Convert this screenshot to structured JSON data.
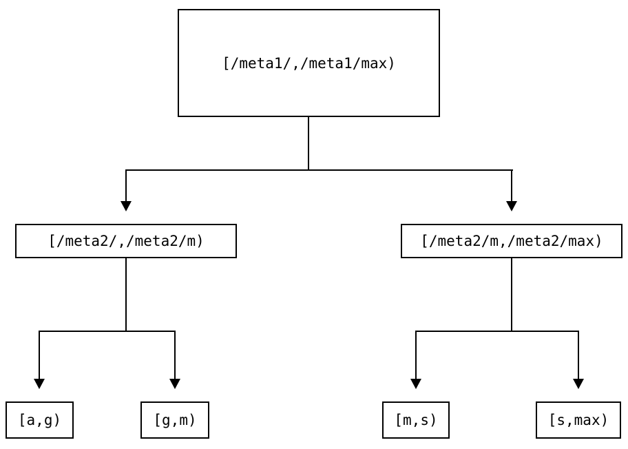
{
  "diagram": {
    "type": "tree",
    "tree": {
      "label": "[/meta1/,/meta1/max)",
      "children": [
        {
          "label": "[/meta2/,/meta2/m)",
          "children": [
            {
              "label": "[a,g)"
            },
            {
              "label": "[g,m)"
            }
          ]
        },
        {
          "label": "[/meta2/m,/meta2/max)",
          "children": [
            {
              "label": "[m,s)"
            },
            {
              "label": "[s,max)"
            }
          ]
        }
      ]
    },
    "colors": {
      "background": "#ffffff",
      "line": "#000000",
      "text": "#000000"
    }
  }
}
